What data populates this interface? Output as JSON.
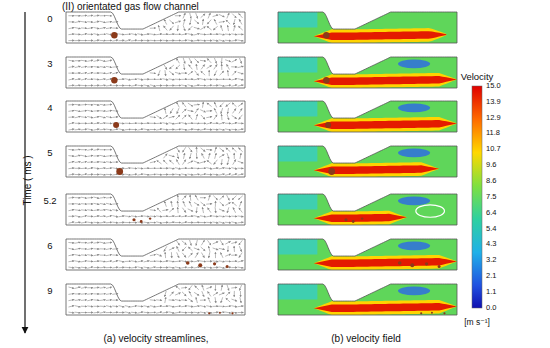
{
  "diagram": {
    "title": "(II) orientated gas flow channel",
    "labels": [
      "Time ( ms )",
      "0",
      "3",
      "4",
      "5",
      "5.2",
      "6",
      "9",
      "(a) velocity streamlines,",
      "(b) velocity field",
      "Velocity",
      "15.0",
      "13.9",
      "12.9",
      "11.8",
      "10.7",
      "9.6",
      "8.6",
      "7.5",
      "6.4",
      "5.4",
      "4.3",
      "3.2",
      "2.1",
      "1.1",
      "0.0",
      "[m s⁻¹]"
    ]
  }
}
